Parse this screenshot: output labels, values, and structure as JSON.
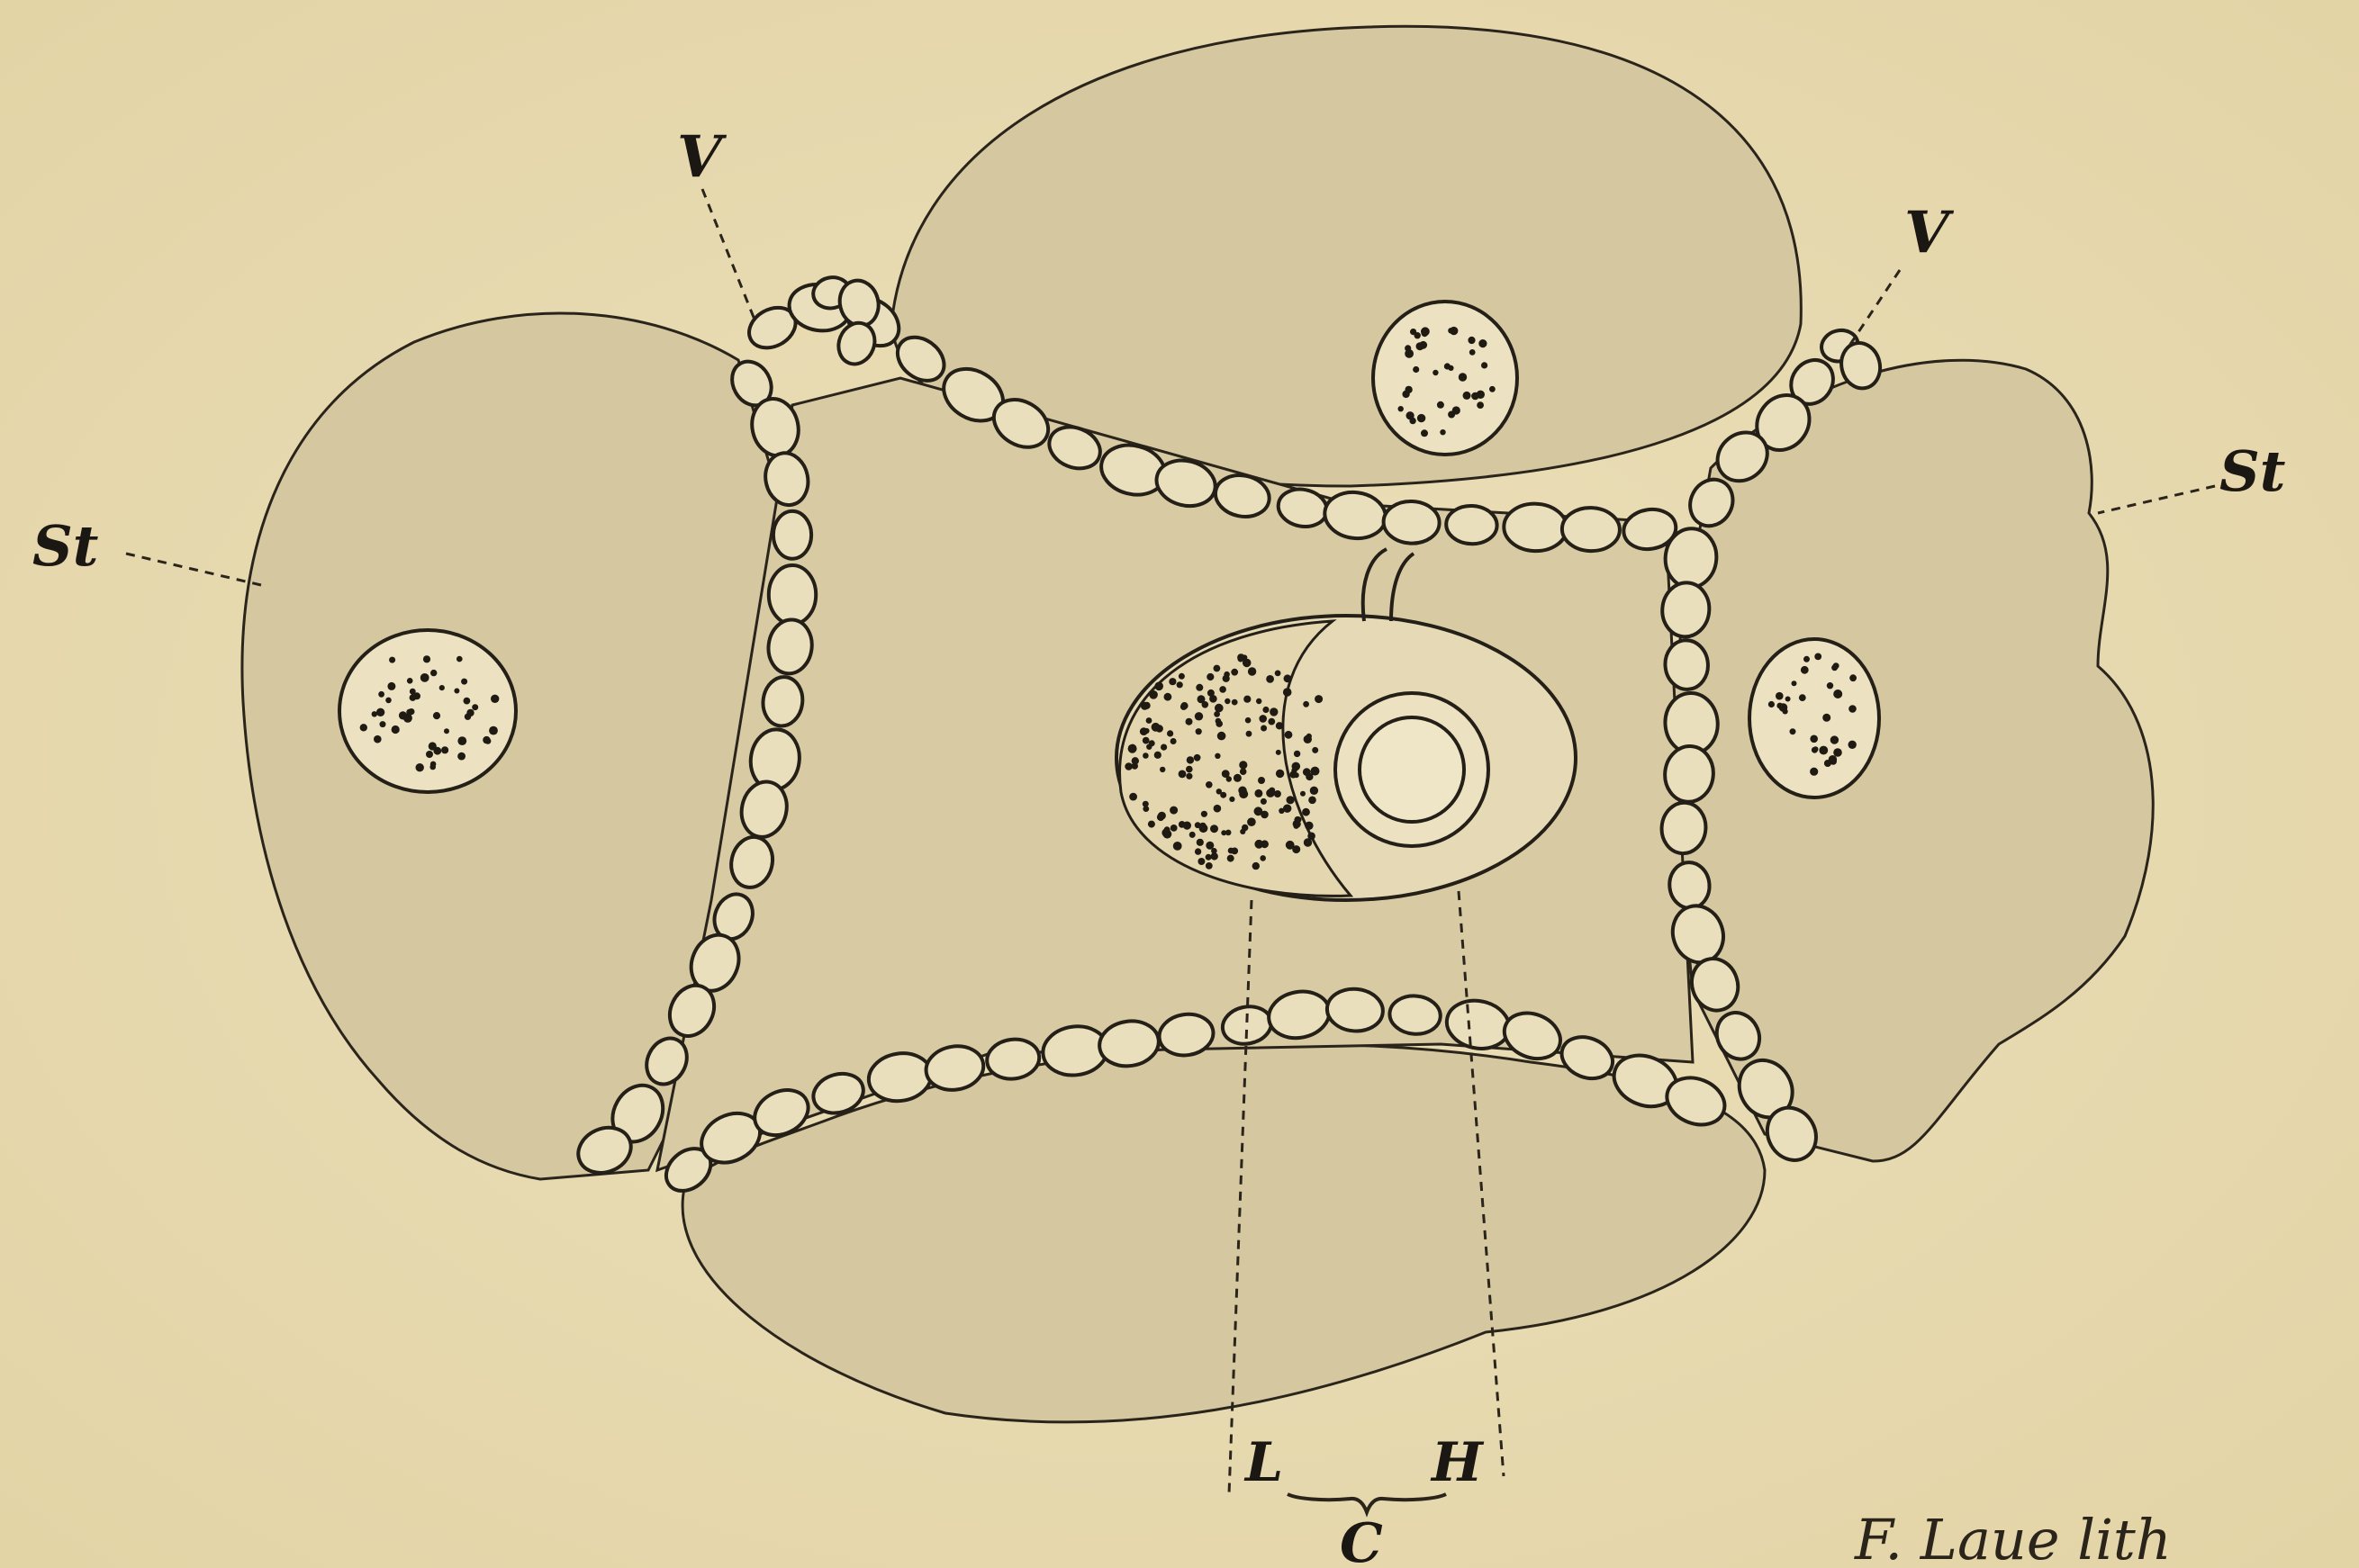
{
  "figure": {
    "labels": {
      "v_left": "V",
      "v_right": "V",
      "st_left": "St",
      "st_right": "St",
      "l": "L",
      "h": "H",
      "c": "C"
    },
    "credit": "F. Laue lith",
    "colors": {
      "paper": "#e9dcb4",
      "cell_fill": "#d4c7a0",
      "ink": "#2a241b",
      "bead_fill": "#eadfbc",
      "nucleus_fill": "#ece2c2"
    }
  }
}
